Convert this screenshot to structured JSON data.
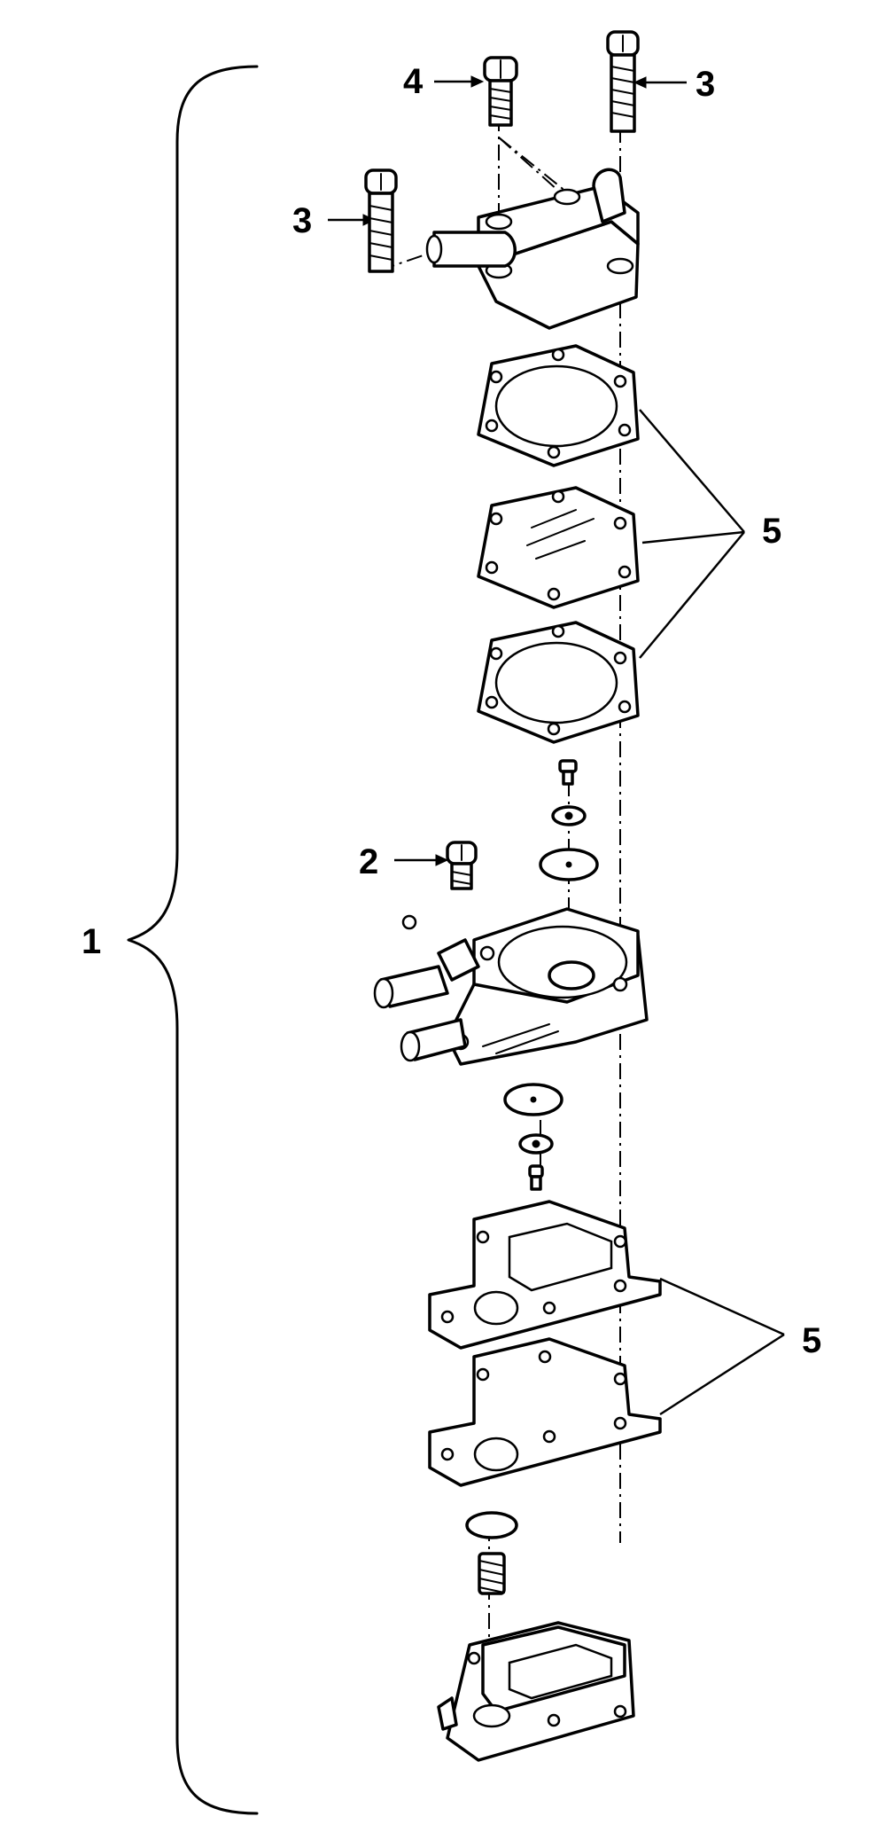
{
  "callouts": {
    "assembly": "1",
    "screw_short": "2",
    "screw_long_right": "3",
    "screw_long_left": "3",
    "screw_top": "4",
    "gaskets_upper": "5",
    "gaskets_lower": "5"
  },
  "colors": {
    "ink": "#000000",
    "background": "#ffffff"
  }
}
